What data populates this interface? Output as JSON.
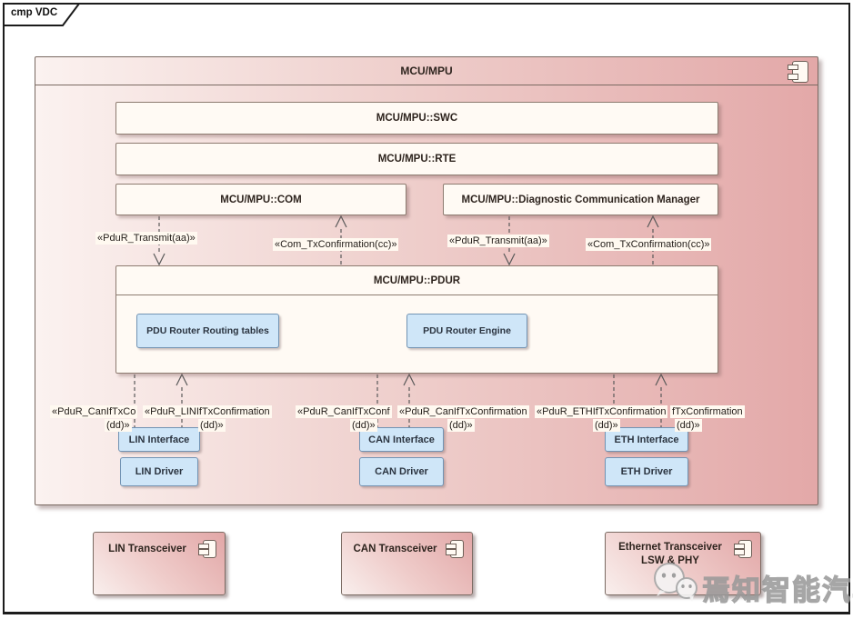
{
  "frame": {
    "tab_label": "cmp VDC"
  },
  "mcu": {
    "title": "MCU/MPU",
    "swc_title": "MCU/MPU::SWC",
    "rte_title": "MCU/MPU::RTE",
    "com_title": "MCU/MPU::COM",
    "dcm_title": "MCU/MPU::Diagnostic Communication Manager",
    "pdur": {
      "title": "MCU/MPU::PDUR",
      "routing_tables": "PDU Router Routing tables",
      "engine": "PDU Router Engine"
    }
  },
  "connectors": {
    "top": [
      "«PduR_Transmit(aa)»",
      "«Com_TxConfirmation(cc)»",
      "«PduR_Transmit(aa)»",
      "«Com_TxConfirmation(cc)»"
    ],
    "bottom_row1": [
      "«PduR_CanIfTxCo",
      "«PduR_LINIfTxConfirmation",
      "«PduR_CanIfTxConf",
      "«PduR_CanIfTxConfirmation",
      "«PduR_ETHIfTxConfirmation",
      "fTxConfirmation"
    ],
    "bottom_row2": [
      "(dd)»",
      "(dd)»",
      "(dd)»",
      "(dd)»",
      "(dd)»",
      "(dd)»"
    ]
  },
  "stacks": [
    {
      "interface": "LIN Interface",
      "driver": "LIN Driver"
    },
    {
      "interface": "CAN Interface",
      "driver": "CAN Driver"
    },
    {
      "interface": "ETH Interface",
      "driver": "ETH Driver"
    }
  ],
  "transceivers": [
    {
      "title": "LIN Transceiver",
      "subtitle": ""
    },
    {
      "title": "CAN Transceiver",
      "subtitle": ""
    },
    {
      "title": "Ethernet Transceiver",
      "subtitle": "LSW & PHY"
    }
  ],
  "watermark": {
    "text": "焉知智能汽车"
  },
  "colors": {
    "pink_dark": "#E3A8A8",
    "pink_light": "#FBF2F0",
    "box_cream": "#FFFAF4",
    "box_border": "#8d7b70",
    "blue_fill": "#CFE6F8",
    "blue_border": "#7293b3",
    "line": "#595959",
    "frame": "#1c1c1c",
    "label_bg": "#FFF9F0"
  }
}
